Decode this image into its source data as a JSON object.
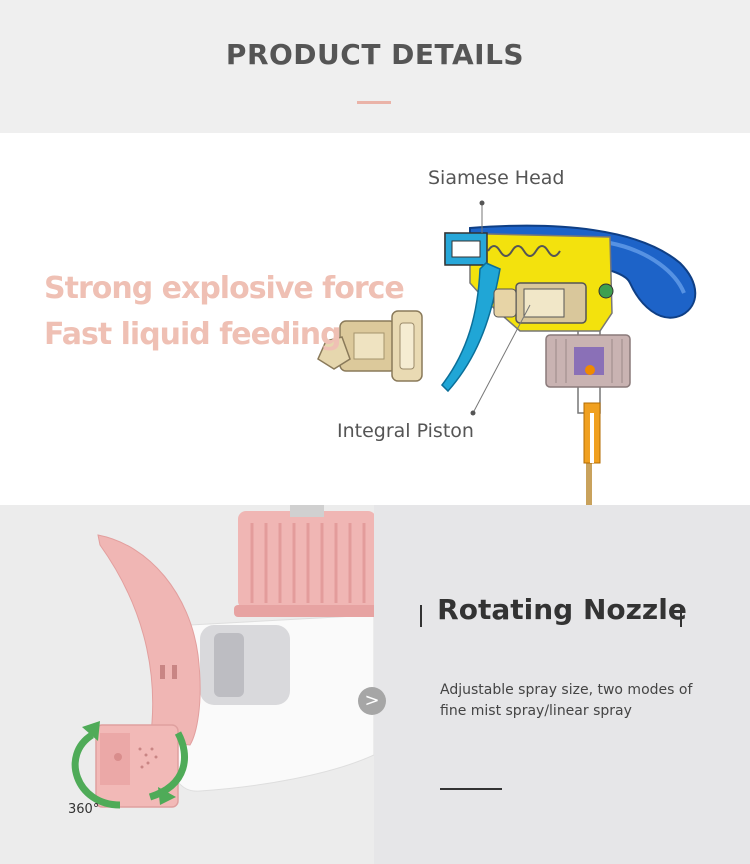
{
  "header": {
    "title": "PRODUCT DETAILS"
  },
  "hero": {
    "tagline_1": "Strong explosive force",
    "tagline_2": "Fast liquid feeding",
    "callout_head": "Siamese Head",
    "callout_piston": "Integral Piston"
  },
  "feature": {
    "title": "Rotating Nozzle",
    "description": "Adjustable spray size, two modes of fine mist spray/linear spray",
    "rotation_label": "360°",
    "next_symbol": ">"
  },
  "colors": {
    "header_bg": "#efefef",
    "tagline_pink": "#efc0b4",
    "accent_rule": "#eab3a8",
    "nozzle_pink": "#f0b6b4",
    "rotate_green": "#4fab58",
    "sprayer_blue": "#1d63c8",
    "sprayer_yellow": "#f3e20d",
    "trigger_cyan": "#20a6d6"
  }
}
